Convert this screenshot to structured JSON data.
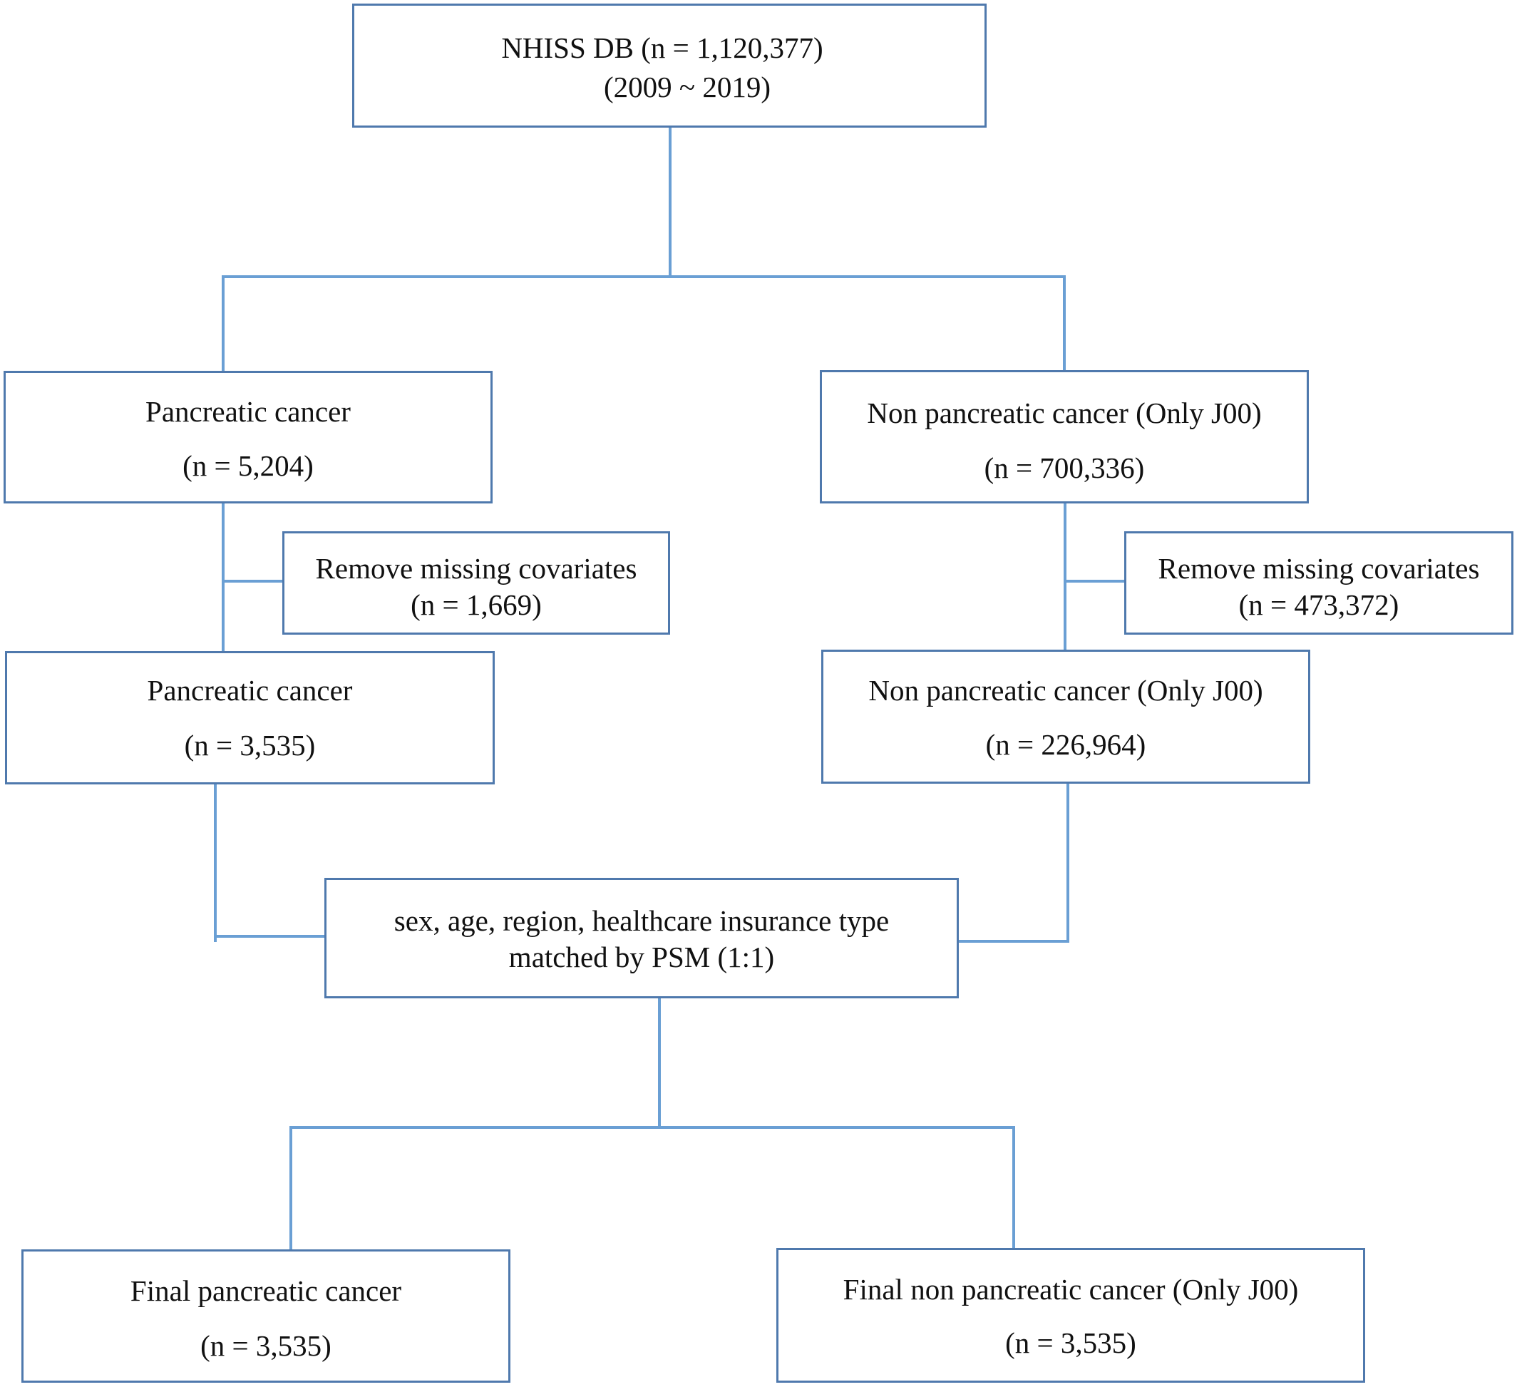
{
  "colors": {
    "box_border": "#4f79ad",
    "connector": "#6a9fd4",
    "text": "#111111",
    "background": "#ffffff"
  },
  "nodes": {
    "root": {
      "line1": "NHISS DB (n = 1,120,377)",
      "line2": "(2009 ~ 2019)"
    },
    "pc_initial": {
      "line1": "Pancreatic cancer",
      "line2": "(n = 5,204)"
    },
    "npc_initial": {
      "line1": "Non pancreatic cancer (Only J00)",
      "line2": "(n = 700,336)"
    },
    "pc_excluded": {
      "line1": "Remove missing covariates",
      "line2": "(n = 1,669)"
    },
    "npc_excluded": {
      "line1": "Remove missing covariates",
      "line2": "(n = 473,372)"
    },
    "pc_after": {
      "line1": "Pancreatic cancer",
      "line2": "(n = 3,535)"
    },
    "npc_after": {
      "line1": "Non pancreatic cancer (Only J00)",
      "line2": "(n = 226,964)"
    },
    "psm": {
      "line1": "sex, age, region, healthcare insurance type",
      "line2": "matched by PSM (1:1)"
    },
    "pc_final": {
      "line1": "Final pancreatic cancer",
      "line2": "(n = 3,535)"
    },
    "npc_final": {
      "line1": "Final non pancreatic cancer (Only J00)",
      "line2": "(n = 3,535)"
    }
  }
}
